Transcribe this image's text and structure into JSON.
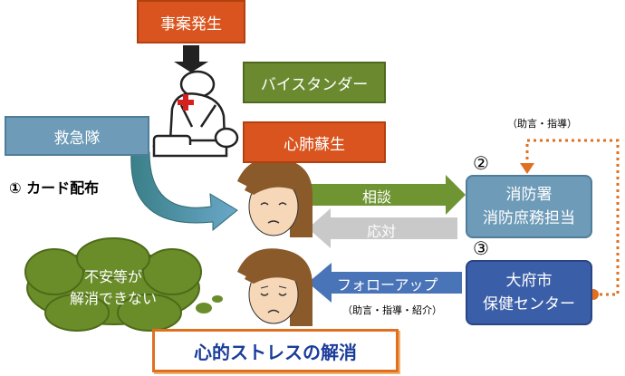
{
  "incident_label": "事案発生",
  "bystander_label": "バイスタンダー",
  "cpr_label": "心肺蘇生",
  "ambulance_label": "救急隊",
  "card_label": "① カード配布",
  "num2": "②",
  "num3": "③",
  "fire_office": {
    "line1": "消防署",
    "line2": "消防庶務担当"
  },
  "obu_city": {
    "line1": "大府市",
    "line2": "保健センター"
  },
  "arrow_consult": "相談",
  "arrow_response": "応対",
  "arrow_followup": "フォローアップ",
  "advice_top": "（助言・指導）",
  "advice_bottom": "（助言・指導・紹介）",
  "thought": {
    "line1": "不安等が",
    "line2": "解消できない"
  },
  "result_label": "心的ストレスの解消",
  "colors": {
    "orange": "#d9541e",
    "green": "#6b8a30",
    "blue_gray": "#6d9bb8",
    "arrow_green": "#6e9532",
    "arrow_blue": "#4a74b8",
    "dotted": "#e07020"
  }
}
